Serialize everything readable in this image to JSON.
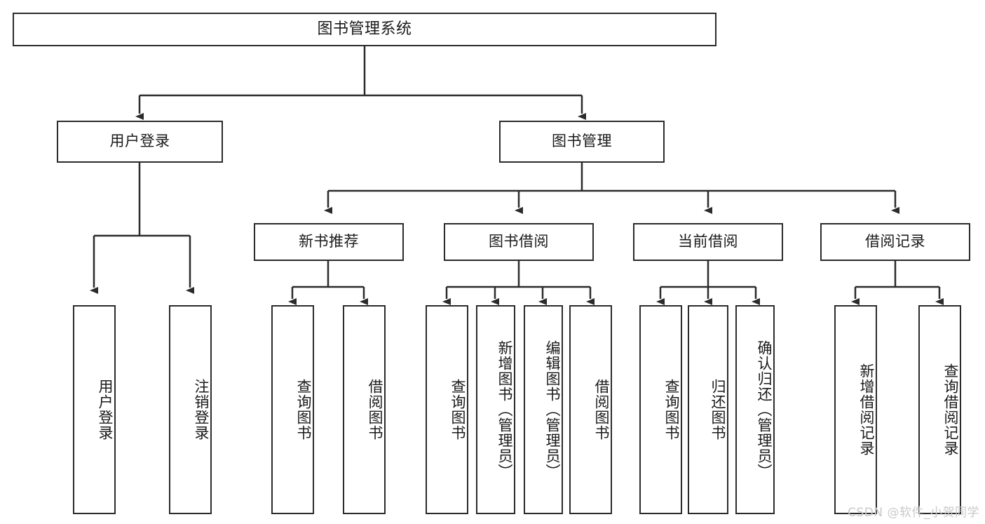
{
  "diagram": {
    "title": "图书管理系统",
    "type": "tree-hierarchy-diagram",
    "watermark": "CSDN @软件_小贺同学",
    "colors": {
      "box_border": "#2b2b2b",
      "box_fill": "#ffffff",
      "edge": "#2b2b2b",
      "text": "#1a1a1a",
      "watermark": "#c9c9c9"
    },
    "nodes": {
      "root": {
        "label": "图书管理系统"
      },
      "level1": [
        {
          "label": "用户登录"
        },
        {
          "label": "图书管理"
        }
      ],
      "level2": [
        {
          "label": "新书推荐"
        },
        {
          "label": "图书借阅"
        },
        {
          "label": "当前借阅"
        },
        {
          "label": "借阅记录"
        }
      ],
      "leaves": {
        "user_login": [
          {
            "label": "用户登录"
          },
          {
            "label": "注销登录"
          }
        ],
        "new_book_recommend": [
          {
            "label": "查询图书"
          },
          {
            "label": "借阅图书"
          }
        ],
        "book_borrow": [
          {
            "label": "查询图书"
          },
          {
            "label": "新增图书（管理员）"
          },
          {
            "label": "编辑图书（管理员）"
          },
          {
            "label": "借阅图书"
          }
        ],
        "current_borrow": [
          {
            "label": "查询图书"
          },
          {
            "label": "归还图书"
          },
          {
            "label": "确认归还（管理员）"
          }
        ],
        "borrow_record": [
          {
            "label": "新增借阅记录"
          },
          {
            "label": "查询借阅记录"
          }
        ]
      }
    }
  }
}
